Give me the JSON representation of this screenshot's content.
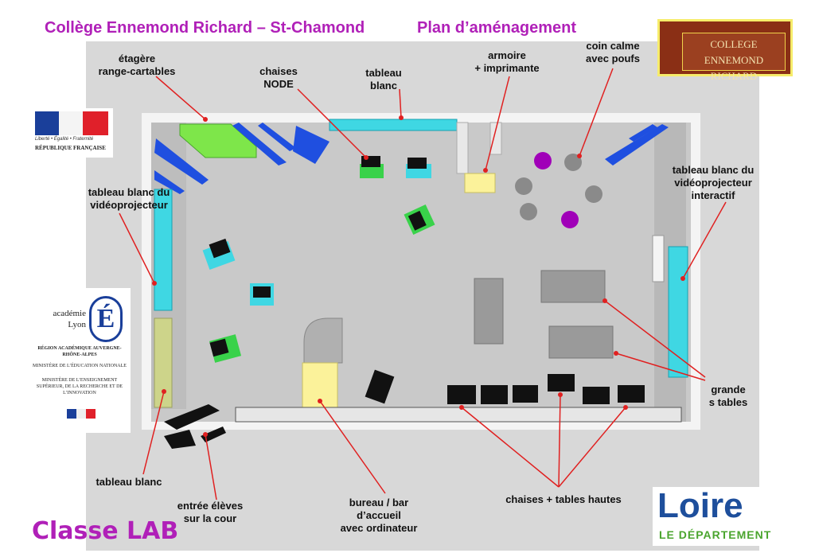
{
  "header": {
    "school": "Collège Ennemond Richard – St-Chamond",
    "plan": "Plan d’aménagement"
  },
  "logos": {
    "college_sign_line1": "COLLEGE",
    "college_sign_line2": "ENNEMOND RICHARD",
    "rf_motto": "Liberté • Égalité • Fraternité",
    "rf_name": "RÉPUBLIQUE FRANÇAISE",
    "academie_word1": "académie",
    "academie_word2": "Lyon",
    "academie_region": "RÉGION ACADÉMIQUE AUVERGNE-RHÔNE-ALPES",
    "academie_min1": "MINISTÈRE DE L’ÉDUCATION NATIONALE",
    "academie_min2": "MINISTÈRE DE L’ENSEIGNEMENT SUPÉRIEUR, DE LA RECHERCHE ET DE L’INNOVATION",
    "loire_word": "Loire",
    "loire_sub": "LE DÉPARTEMENT",
    "classe_lab": "Classe LAB"
  },
  "labels": {
    "etagere": [
      "étagère",
      "range-cartables"
    ],
    "chaises_node": [
      "chaises",
      "NODE"
    ],
    "tableau_blanc_top": [
      "tableau",
      "blanc"
    ],
    "armoire": [
      "armoire",
      "+ imprimante"
    ],
    "coin_calme": [
      "coin calme",
      "avec poufs"
    ],
    "tableau_video_left": [
      "tableau blanc du",
      "vidéoprojecteur"
    ],
    "tableau_video_right": [
      "tableau blanc du",
      "vidéoprojecteur",
      "interactif"
    ],
    "grandes_tables": [
      "grande",
      "s tables"
    ],
    "tableau_blanc_bottom": [
      "tableau blanc"
    ],
    "entree": [
      "entrée élèves",
      "sur la cour"
    ],
    "bureau": [
      "bureau / bar",
      "d’accueil",
      "avec ordinateur"
    ],
    "chaises_tables_hautes": [
      "chaises + tables hautes"
    ]
  },
  "colors": {
    "title": "#b020b8",
    "whiteboard_cyan": "#3fd7e3",
    "shelf_green": "#7ee64a",
    "desk_yellow": "#fbf29a",
    "pouf_purple": "#a000b8",
    "arrow_red": "#e02020",
    "loire_blue": "#1e4f9c",
    "loire_green": "#4aa52e"
  }
}
